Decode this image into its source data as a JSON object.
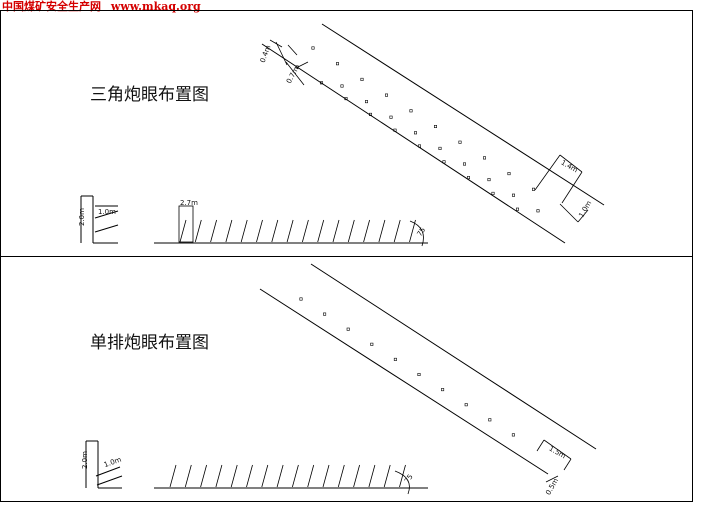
{
  "watermark": {
    "site_name": "中国煤矿安全生产网",
    "url": "www.mkaq.org"
  },
  "panels": [
    {
      "title": "三角炮眼布置图",
      "labels": {
        "top_spacing": "0.4m",
        "top_offset": "0.7m",
        "bottom_spacing": "1.4m",
        "bottom_offset": "1.0m",
        "section_height": "2.0m",
        "section_width": "1.0m",
        "hole_depth": "2.7m",
        "angle": "75"
      }
    },
    {
      "title": "单排炮眼布置图",
      "labels": {
        "bottom_spacing": "1.5m",
        "bottom_offset": "0.5m",
        "section_height": "2.0m",
        "section_width": "1.0m",
        "angle": "75"
      }
    }
  ],
  "colors": {
    "line": "#000000",
    "watermark": "#d40000"
  }
}
